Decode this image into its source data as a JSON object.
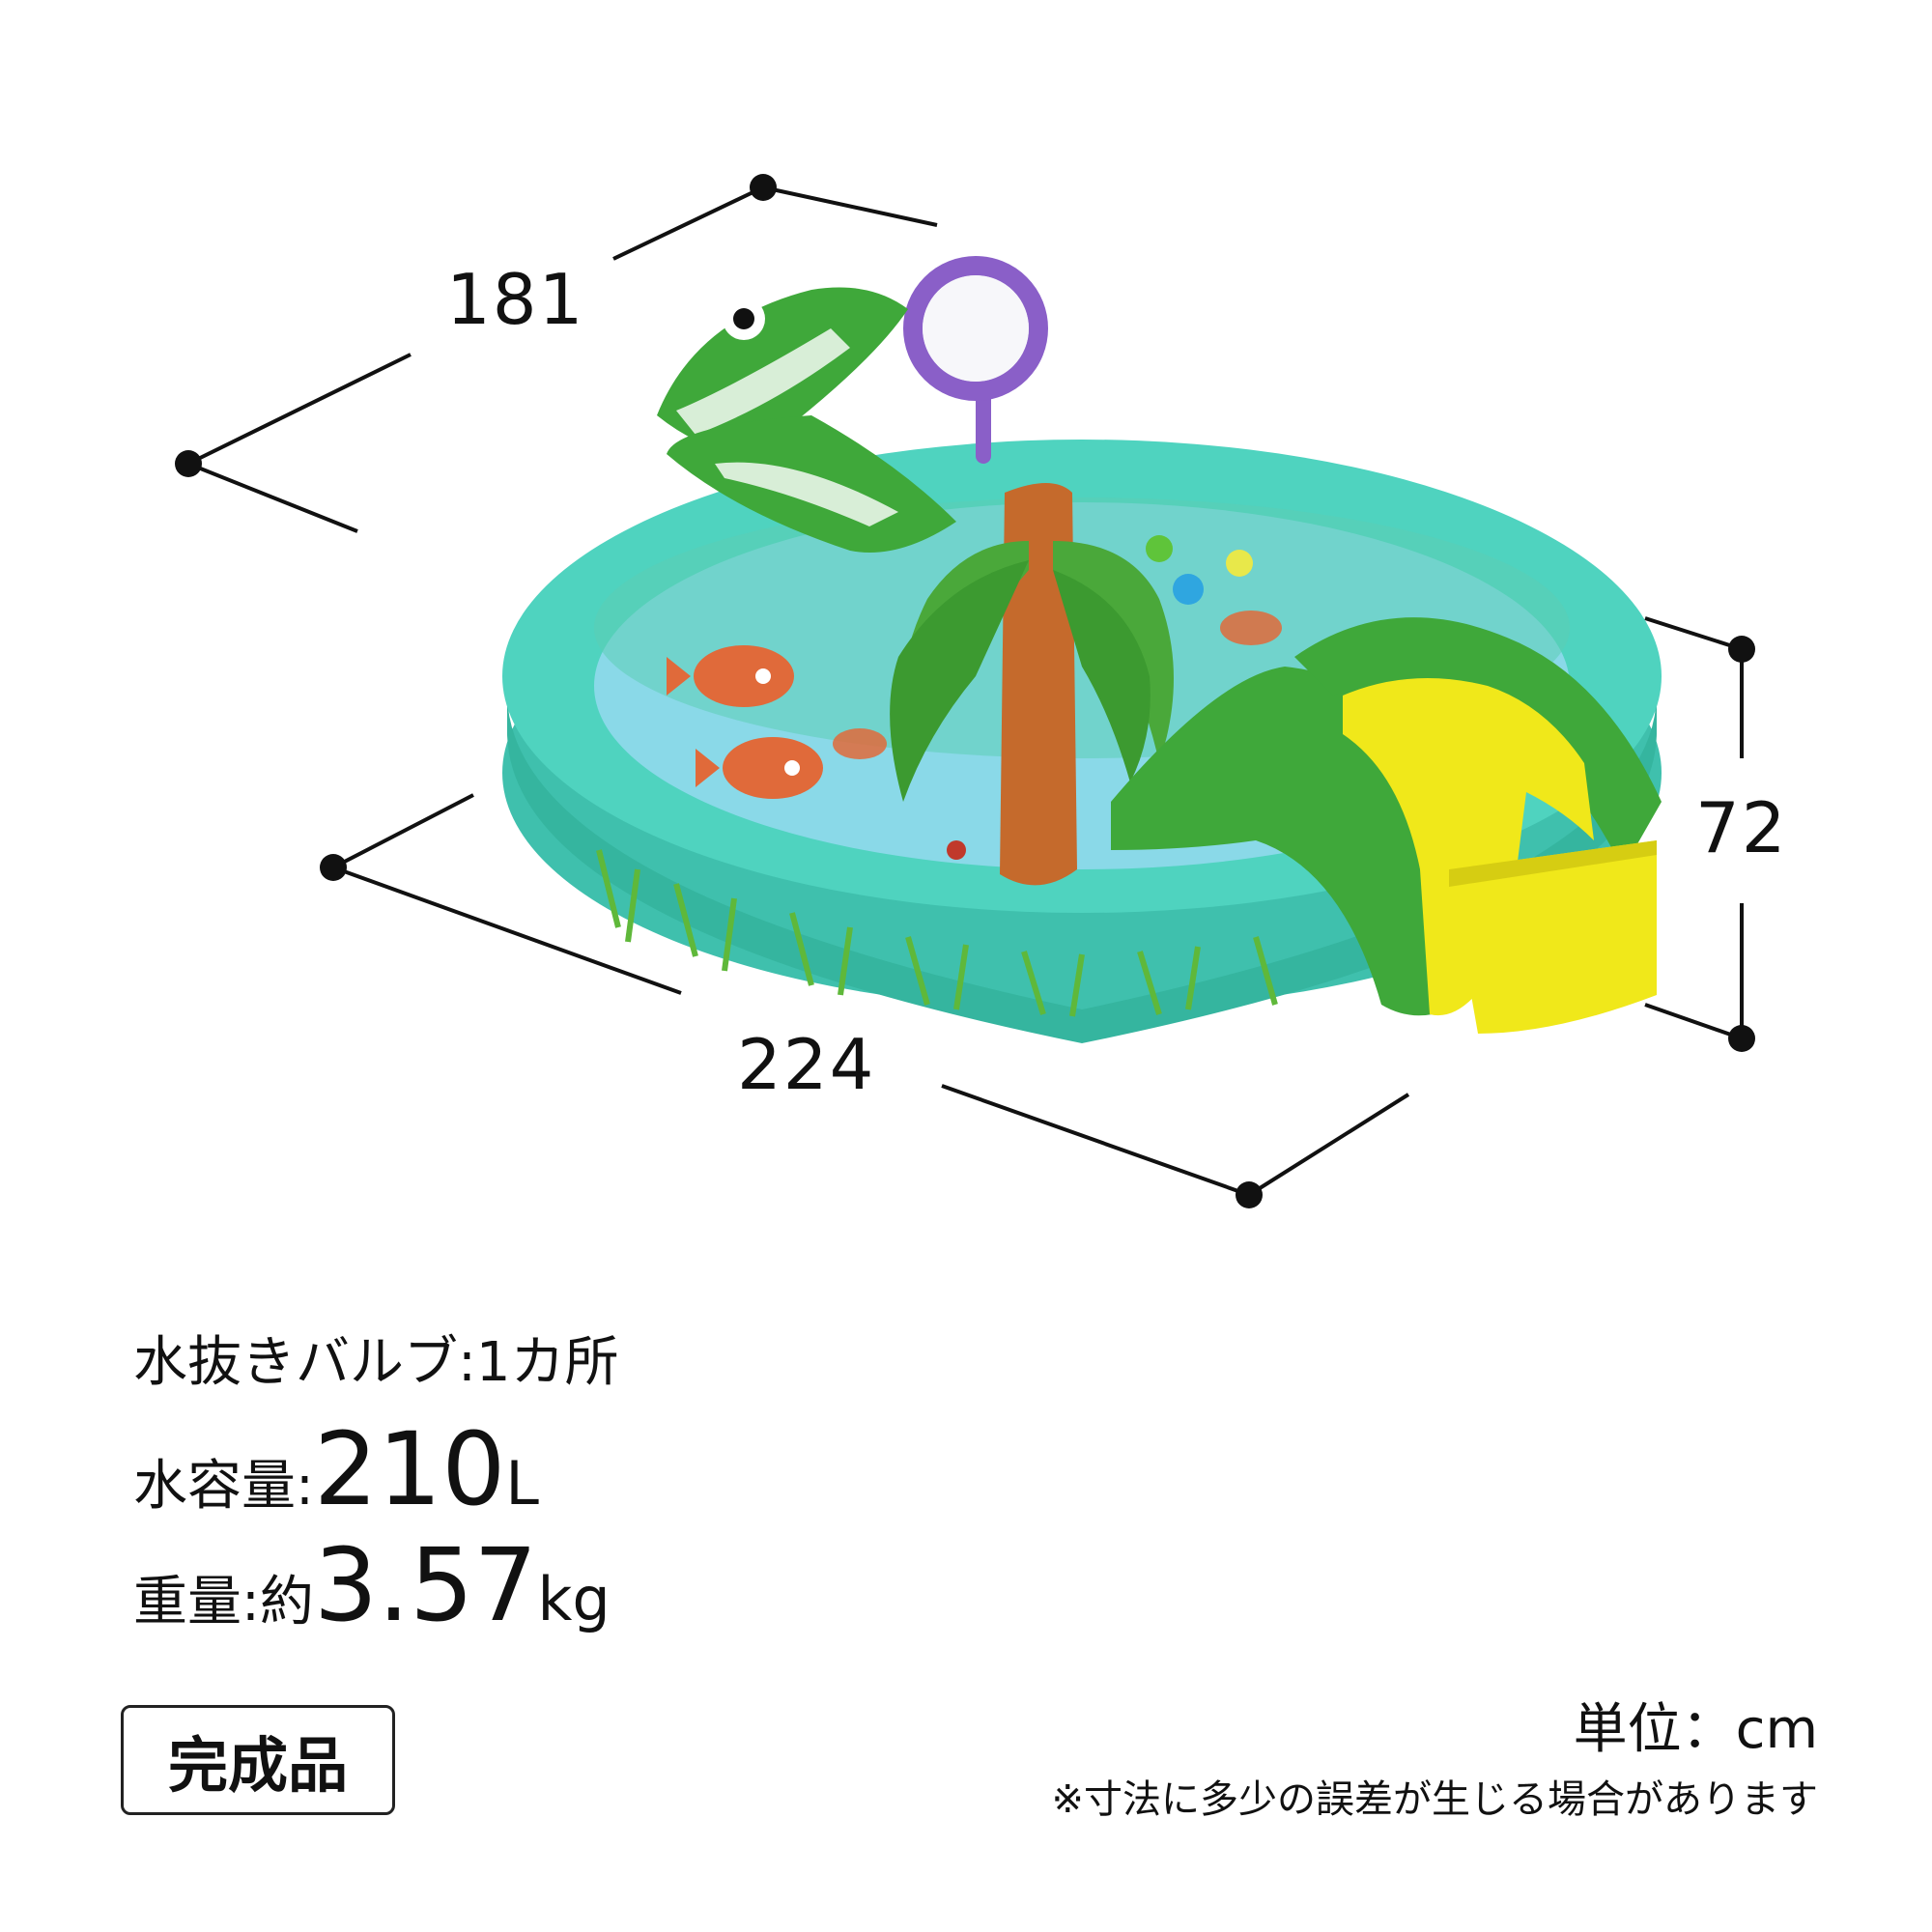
{
  "dimensions": {
    "depth": "181",
    "width": "224",
    "height": "72"
  },
  "specs": {
    "drain_label": "水抜きバルブ",
    "drain_value": "1カ所",
    "capacity_label": "水容量",
    "capacity_value": "210",
    "capacity_unit": "L",
    "weight_label": "重量",
    "weight_prefix": "約",
    "weight_value": "3.57",
    "weight_unit": "kg",
    "separator": ":"
  },
  "badge": "完成品",
  "unit_note": "単位：cm",
  "disclaimer": "※寸法に多少の誤差が生じる場合があります",
  "colors": {
    "pool_rim": "#4fd3bf",
    "pool_water": "#8ad9e8",
    "croc_green": "#3fa83a",
    "slide_yellow": "#f0e81a",
    "tree_trunk": "#c56a2c",
    "hoop_purple": "#8a5fc8",
    "fish_orange": "#e06a3a"
  }
}
